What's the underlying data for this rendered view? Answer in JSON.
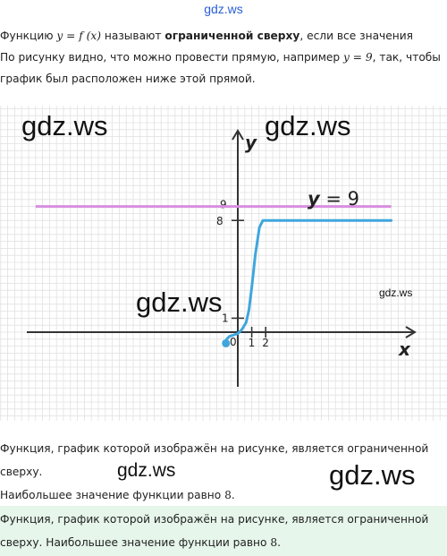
{
  "watermark": "gdz.ws",
  "intro": {
    "line1_a": "Функцию ",
    "line1_math": "y = f (x)",
    "line1_b": " называют ",
    "line1_bold": "ограниченной сверху",
    "line1_c": ", если все значения",
    "line2_a": "По рисунку видно, что можно провести прямую, например ",
    "line2_math": "y = 9",
    "line2_b": ", так, чтобы",
    "line3": "график был расположен ниже этой прямой."
  },
  "chart_data": {
    "type": "line",
    "xlabel": "x",
    "ylabel": "y",
    "x_tick_labels": [
      "0",
      "1",
      "2"
    ],
    "y_tick_labels": [
      "1",
      "8",
      "9"
    ],
    "annotation": "y = 9",
    "series": [
      {
        "points": [
          [
            -0.85,
            -0.8
          ],
          [
            -0.8,
            -0.5
          ],
          [
            -0.6,
            -0.3
          ],
          [
            -0.3,
            -0.2
          ],
          [
            0,
            -0.1
          ],
          [
            0.3,
            0.2
          ],
          [
            0.6,
            0.7
          ],
          [
            0.8,
            1.6
          ],
          [
            1,
            3.2
          ],
          [
            1.25,
            5.5
          ],
          [
            1.55,
            7.5
          ],
          [
            1.8,
            8
          ],
          [
            2,
            8
          ],
          [
            5.5,
            8
          ],
          [
            11,
            8
          ]
        ],
        "start_marker": "filled-dot",
        "color": "#3fa6dc"
      },
      {
        "points": [
          [
            -14.5,
            9
          ],
          [
            11,
            9
          ]
        ],
        "color": "#d78fe0"
      }
    ],
    "grid": true
  },
  "conclusion": {
    "line1": "Функция, график которой изображён на рисунке, является ограниченной",
    "line2": "сверху.",
    "line3_a": "Наибольшее значение функции равно ",
    "line3_math": "8",
    "line3_b": "."
  },
  "answer": {
    "line1": "Функция, график которой изображён на рисунке, является ограниченной",
    "line2_a": "сверху. Наибольшее значение функции равно ",
    "line2_math": "8",
    "line2_b": "."
  },
  "colors": {
    "curve": "#3fa6dc",
    "bound_line": "#d78fe0",
    "answer_bg": "#e6f6ea",
    "top_watermark": "#2a5fd8"
  }
}
